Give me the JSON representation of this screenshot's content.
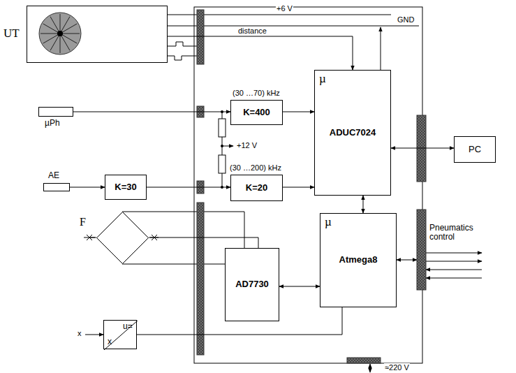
{
  "diagram": {
    "nodes": [
      {
        "text": [
          "UT"
        ]
      },
      {
        "text": [
          "µPh"
        ]
      },
      {
        "text": [
          "AE"
        ]
      },
      {
        "text": [
          "K=30"
        ]
      },
      {
        "text": [
          "F"
        ]
      },
      {
        "text": [
          "u=",
          "x"
        ]
      },
      {
        "text": [
          "(30 …70) kHz",
          "K=400"
        ]
      },
      {
        "text": [
          "(30 …200) kHz",
          "K=20"
        ]
      },
      {
        "text": [
          "µ",
          "ADUC7024"
        ]
      },
      {
        "text": [
          "µ",
          "Atmega8"
        ]
      },
      {
        "text": [
          "AD7730"
        ]
      },
      {
        "text": [
          "PC"
        ]
      }
    ],
    "edges": [
      {
        "from": 0,
        "to": 8,
        "arrow": "to",
        "label": "distance"
      },
      {
        "from": 1,
        "to": 6,
        "arrow": "to"
      },
      {
        "from": 2,
        "to": 3,
        "arrow": "to"
      },
      {
        "from": 3,
        "to": 7,
        "arrow": "to"
      },
      {
        "from": 6,
        "to": 8,
        "arrow": "to"
      },
      {
        "from": 7,
        "to": 8,
        "arrow": "to"
      },
      {
        "from": 8,
        "to": 9,
        "arrow": "both"
      },
      {
        "from": 10,
        "to": 9,
        "arrow": "both"
      },
      {
        "from": 8,
        "to": 11,
        "arrow": "both"
      },
      {
        "from": 4,
        "to": 10,
        "arrow": "none"
      },
      {
        "from": 5,
        "to": 9,
        "arrow": "none"
      }
    ],
    "labels": [
      "+6 V",
      "GND",
      "+12 V",
      "x",
      "Pneumatics control",
      "≈220 V"
    ]
  }
}
